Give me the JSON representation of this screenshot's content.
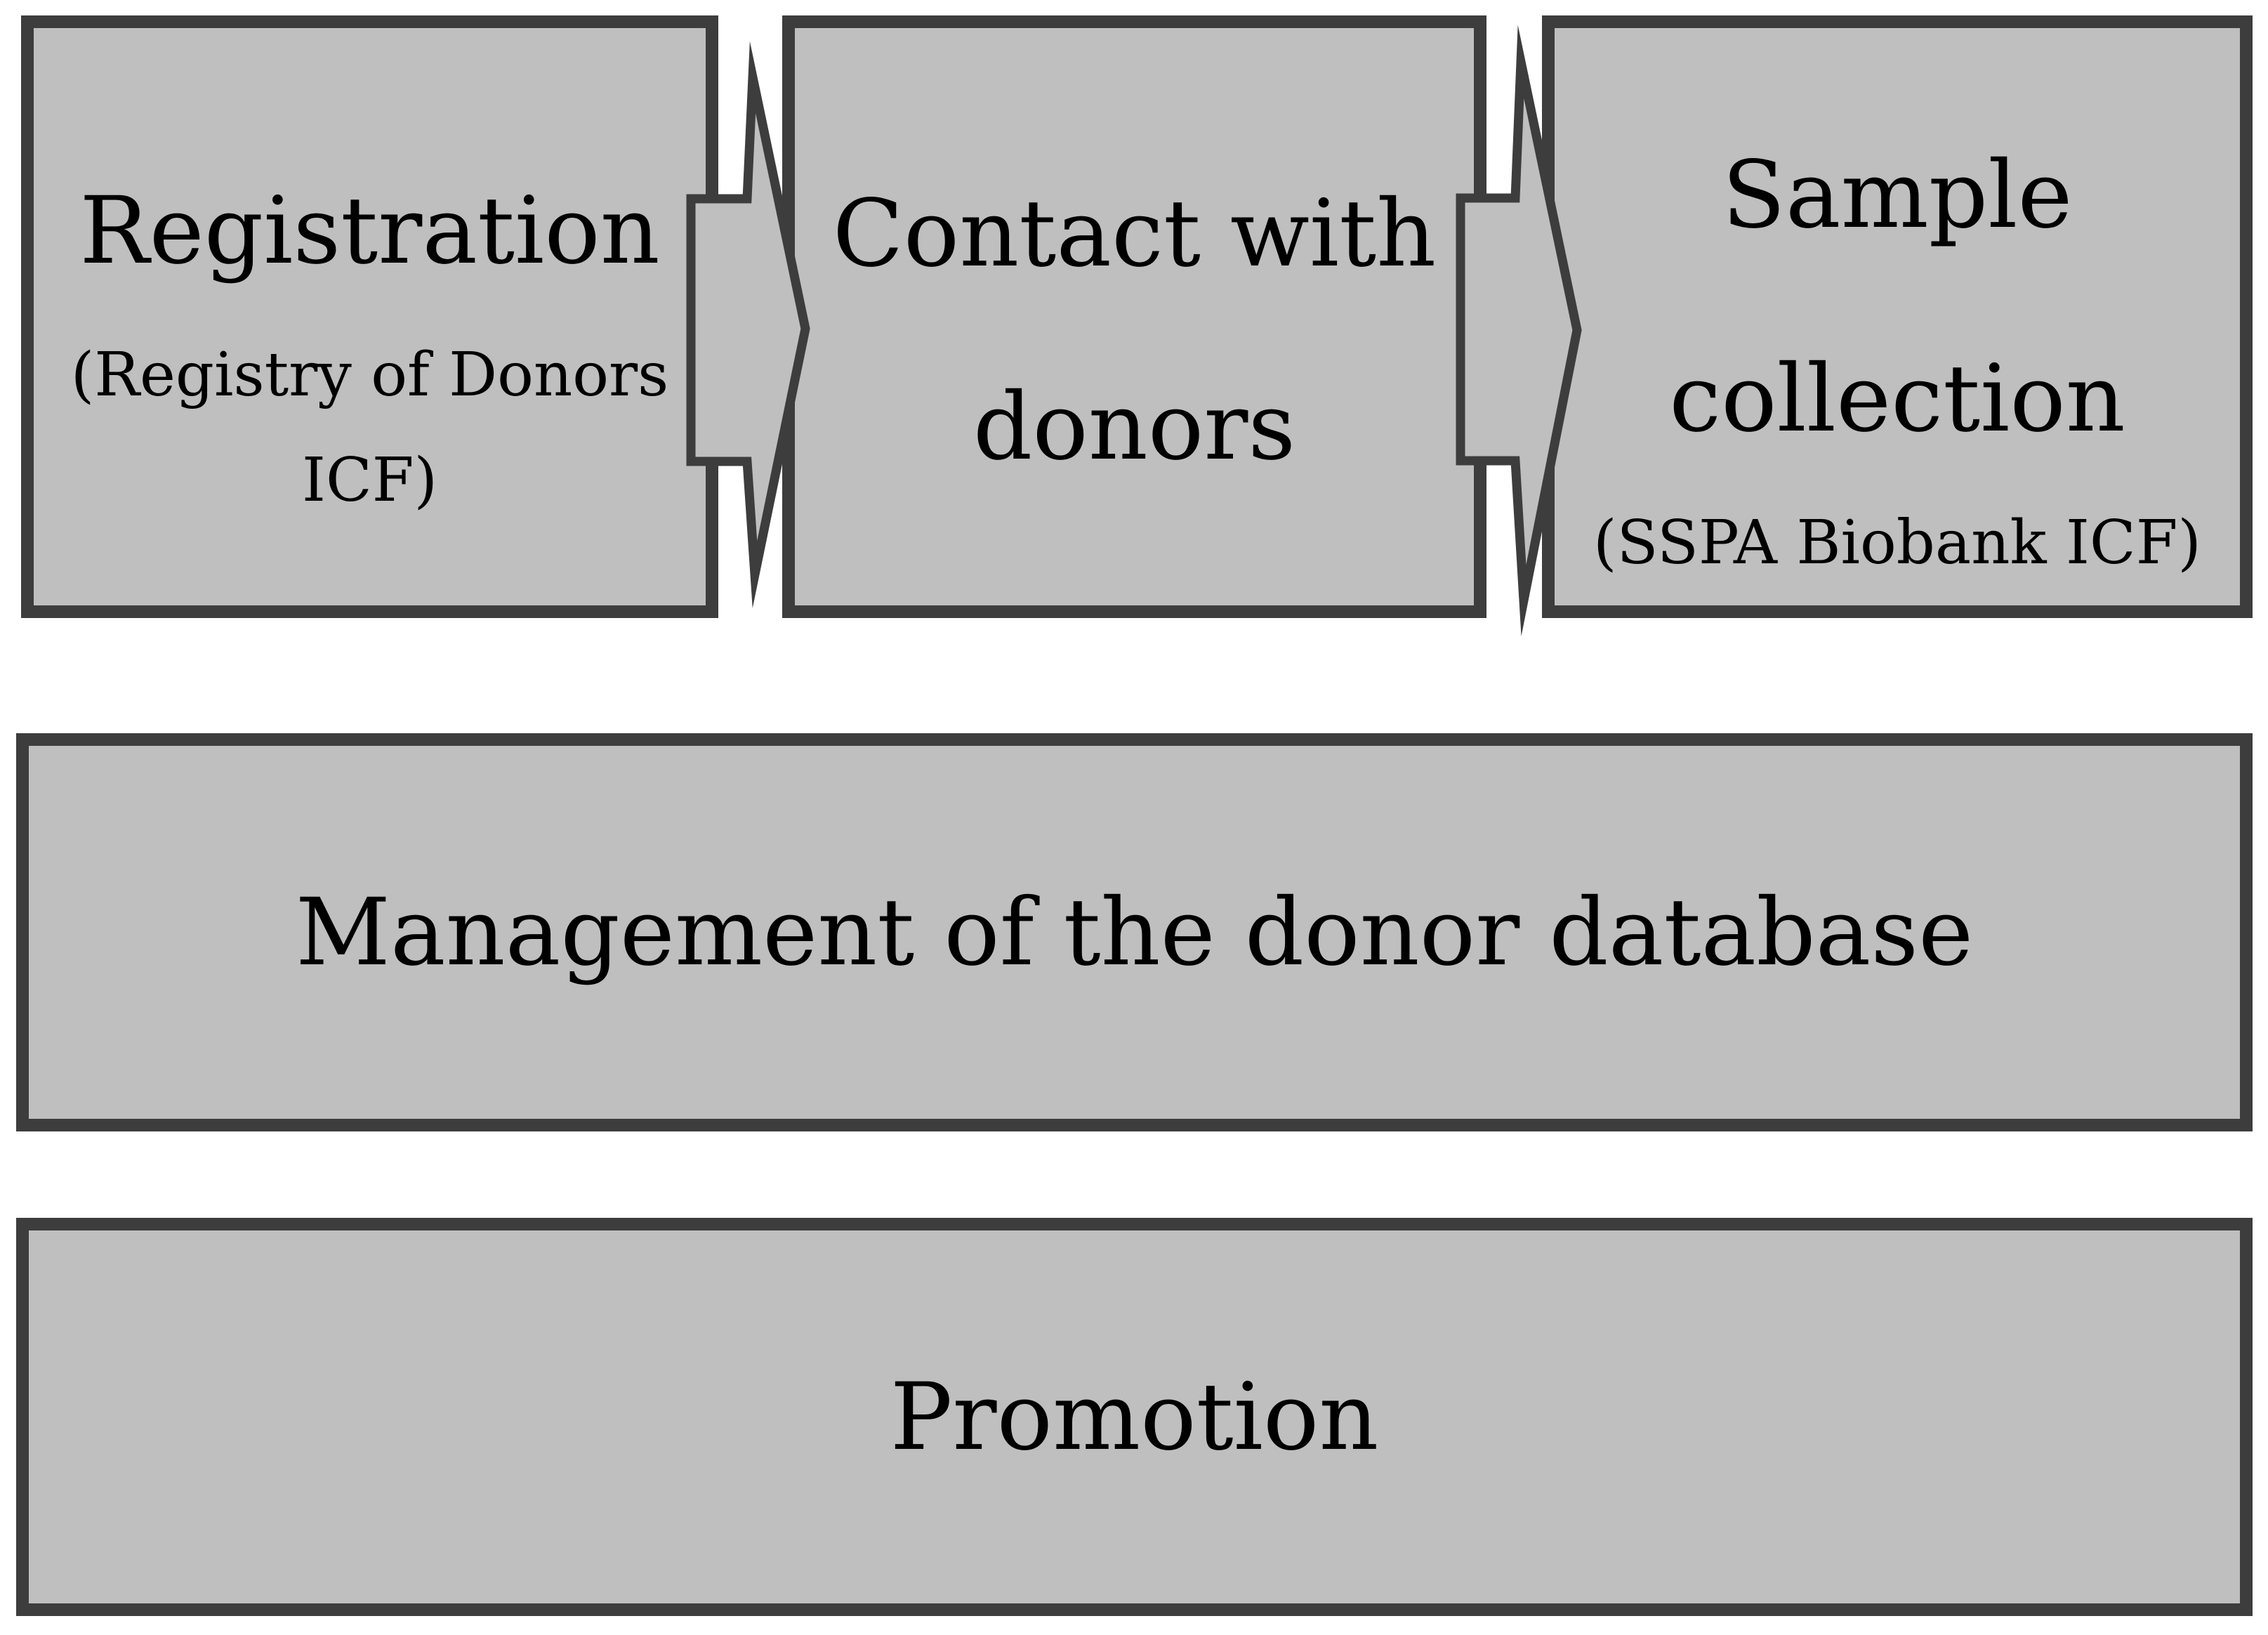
{
  "figure": {
    "background": "#ffffff",
    "box_fill": "#bfbfbf",
    "box_border_color": "#3d3d3d",
    "text_color": "#000000",
    "flow_steps": [
      {
        "title": "Registration",
        "subtitle": "(Registry of Donors ICF)"
      },
      {
        "title": "Contact with donors",
        "subtitle": ""
      },
      {
        "title": "Sample collection",
        "subtitle": "(SSPA Biobank ICF)"
      }
    ],
    "connectors": [
      {
        "icon": "right-arrow",
        "from": "Registration",
        "to": "Contact with donors"
      },
      {
        "icon": "right-arrow",
        "from": "Contact with donors",
        "to": "Sample collection"
      }
    ],
    "bands": [
      {
        "label": "Management of the donor database"
      },
      {
        "label": "Promotion"
      }
    ]
  }
}
